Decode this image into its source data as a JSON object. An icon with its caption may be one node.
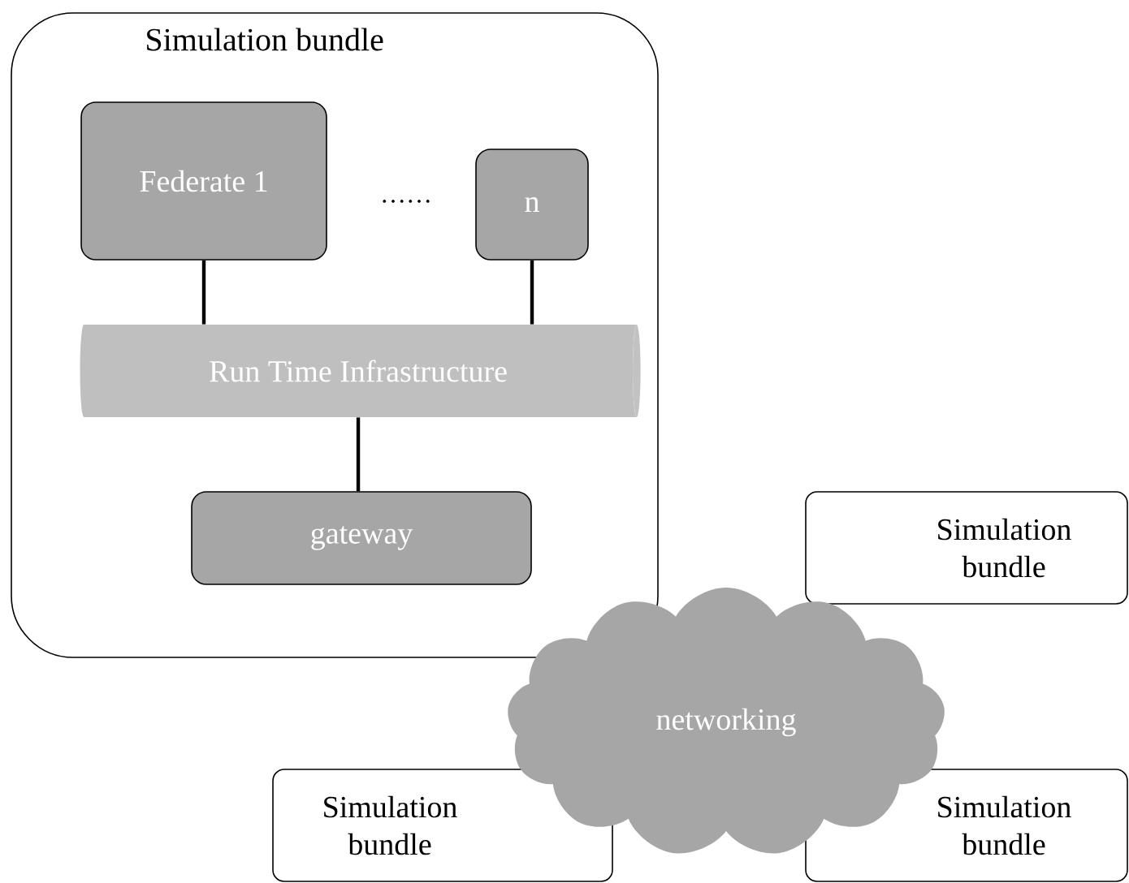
{
  "diagram": {
    "nodes": [
      {
        "text": [
          "Simulation bundle"
        ]
      },
      {
        "text": [
          "Federate 1"
        ],
        "in": 0
      },
      {
        "text": [
          "n"
        ],
        "in": 0
      },
      {
        "text": [
          "Run Time Infrastructure"
        ],
        "in": 0
      },
      {
        "text": [
          "gateway"
        ],
        "in": 0
      },
      {
        "text": [
          "networking"
        ]
      },
      {
        "text": [
          "Simulation bundle"
        ]
      },
      {
        "text": [
          "Simulation bundle"
        ]
      },
      {
        "text": [
          "Simulation bundle"
        ]
      }
    ],
    "edges": [
      {
        "from": 1,
        "to": 3,
        "arrow": "none"
      },
      {
        "from": 2,
        "to": 3,
        "arrow": "none"
      },
      {
        "from": 3,
        "to": 4,
        "arrow": "none"
      }
    ],
    "labels": [
      "……"
    ]
  }
}
